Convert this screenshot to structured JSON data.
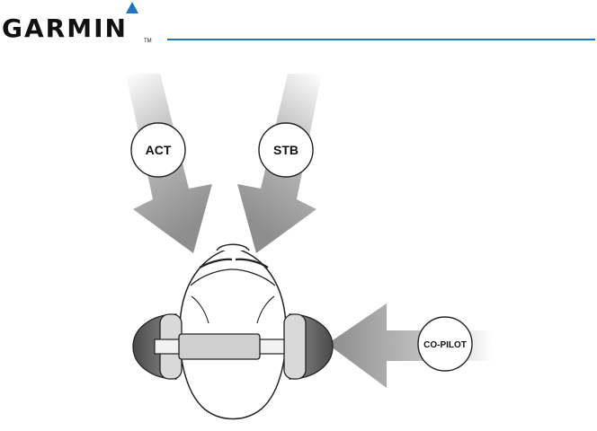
{
  "header": {
    "brand": "GARMIN",
    "trademark": "TM",
    "accent_color": "#1f75c2"
  },
  "diagram": {
    "labels": {
      "act": "ACT",
      "stb": "STB",
      "copilot": "CO-PILOT"
    },
    "arrow_color": "#9a9a9a",
    "icons": [
      "pilot-head-icon",
      "headset-icon"
    ]
  }
}
